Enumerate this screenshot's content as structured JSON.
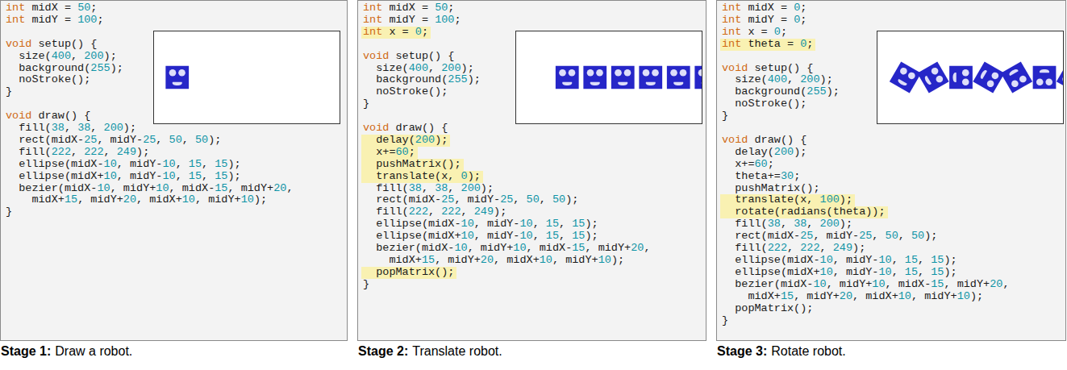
{
  "diagram": {
    "nodes": [
      {
        "text": [
          "int midX = 50;",
          "int midY = 100;",
          "void setup() {",
          "  size(400, 200);",
          "  background(255);",
          "  noStroke();",
          "}",
          "void draw() {",
          "  fill(38, 38, 200);",
          "  rect(midX-25, midY-25, 50, 50);",
          "  fill(222, 222, 249);",
          "  ellipse(midX-10, midY-10, 15, 15);",
          "  ellipse(midX+10, midY-10, 15, 15);",
          "  bezier(midX-10, midY+10, midX-15, midY+20,",
          "    midX+15, midY+20, midX+10, midY+10);",
          "}"
        ]
      },
      {
        "text": [
          "int midX = 50;",
          "int midY = 100;",
          "int x = 0;",
          "void setup() {",
          "  size(400, 200);",
          "  background(255);",
          "  noStroke();",
          "}",
          "void draw() {",
          "  delay(200);",
          "  x+=60;",
          "  pushMatrix();",
          "  translate(x, 0);",
          "  fill(38, 38, 200);",
          "  rect(midX-25, midY-25, 50, 50);",
          "  fill(222, 222, 249);",
          "  ellipse(midX-10, midY-10, 15, 15);",
          "  ellipse(midX+10, midY-10, 15, 15);",
          "  bezier(midX-10, midY+10, midX-15, midY+20,",
          "    midX+15, midY+20, midX+10, midY+10);",
          "  popMatrix();",
          "}"
        ]
      },
      {
        "text": [
          "int midX = 0;",
          "int midY = 0;",
          "int x = 0;",
          "int theta = 0;",
          "void setup() {",
          "  size(400, 200);",
          "  background(255);",
          "  noStroke();",
          "}",
          "void draw() {",
          "  delay(200);",
          "  x+=60;",
          "  theta+=30;",
          "  pushMatrix();",
          "  translate(x, 100);",
          "  rotate(radians(theta));",
          "  fill(38, 38, 200);",
          "  rect(midX-25, midY-25, 50, 50);",
          "  fill(222, 222, 249);",
          "  ellipse(midX-10, midY-10, 15, 15);",
          "  ellipse(midX+10, midY-10, 15, 15);",
          "  bezier(midX-10, midY+10, midX-15, midY+20,",
          "    midX+15, midY+20, midX+10, midY+10);",
          "  popMatrix();",
          "}"
        ]
      }
    ],
    "labels": [
      "Stage 1:",
      "Draw a robot.",
      "Stage 2:",
      "Translate robot.",
      "Stage 3:",
      "Rotate robot."
    ]
  }
}
